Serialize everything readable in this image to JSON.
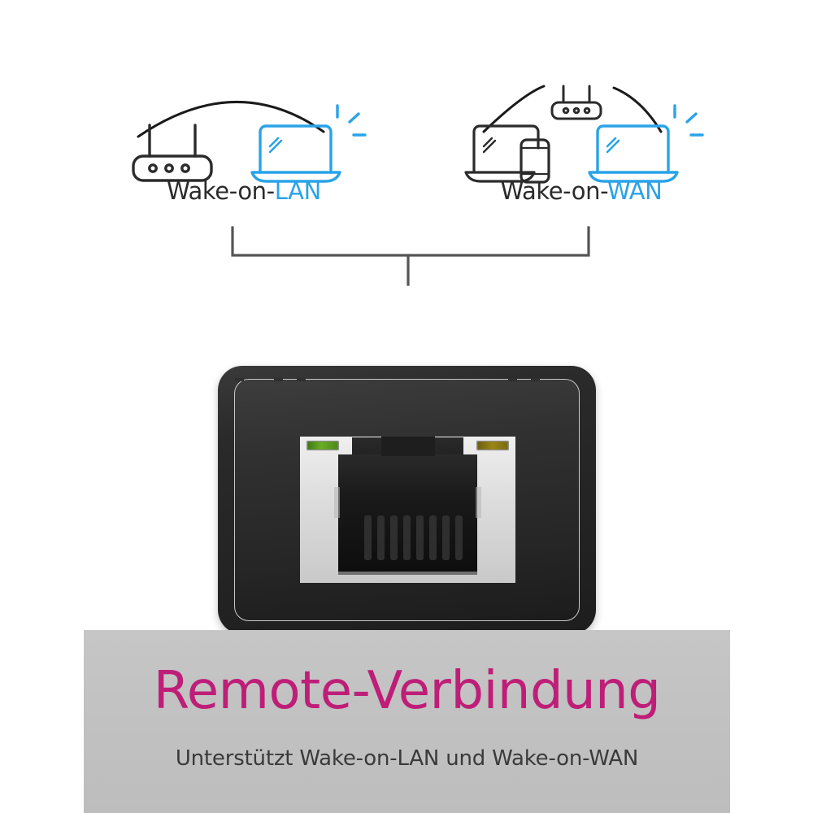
{
  "product_image": {
    "type": "feature-callout",
    "background": "#ffffff"
  },
  "features": [
    {
      "id": "wake-on-lan",
      "label_prefix": "Wake-on-",
      "label_accent": "LAN",
      "label_full": "Wake-on-LAN",
      "accent_color": "#2AA3E8",
      "text_color": "#2b2b2b",
      "icons": [
        {
          "name": "router-icon",
          "color": "#2b2b2b",
          "position": "left"
        },
        {
          "name": "arc-signal-icon",
          "color": "#1a1a1a",
          "position": "top"
        },
        {
          "name": "laptop-waking-icon",
          "color": "#2AA3E8",
          "position": "right"
        },
        {
          "name": "wake-sparkle-icon",
          "color": "#2AA3E8",
          "position": "top-right"
        }
      ]
    },
    {
      "id": "wake-on-wan",
      "label_prefix": "Wake-on-",
      "label_accent": "WAN",
      "label_full": "Wake-on-WAN",
      "accent_color": "#2AA3E8",
      "text_color": "#2b2b2b",
      "icons": [
        {
          "name": "laptop-icon",
          "color": "#2b2b2b",
          "position": "left"
        },
        {
          "name": "smartphone-icon",
          "color": "#2b2b2b",
          "position": "left"
        },
        {
          "name": "router-icon",
          "color": "#2b2b2b",
          "position": "top-center"
        },
        {
          "name": "arc-signal-left-icon",
          "color": "#1a1a1a",
          "position": "top-left"
        },
        {
          "name": "arc-signal-right-icon",
          "color": "#1a1a1a",
          "position": "top-right"
        },
        {
          "name": "laptop-waking-icon",
          "color": "#2AA3E8",
          "position": "right"
        },
        {
          "name": "wake-sparkle-icon",
          "color": "#2AA3E8",
          "position": "top-right"
        }
      ]
    }
  ],
  "bracket": {
    "name": "feature-bracket",
    "color": "#555555"
  },
  "device": {
    "name": "ethernet-port",
    "type": "RJ45",
    "body_color": "#2a2a2a",
    "inset_border_color": "#c8c8c8",
    "shield_color": "#d8d8d8",
    "cavity_color": "#121212",
    "leds": [
      {
        "name": "link-led-green",
        "color": "#5aa01e",
        "side": "left"
      },
      {
        "name": "activity-led-amber",
        "color": "#8c7a12",
        "side": "right"
      }
    ],
    "pin_count": 8
  },
  "panel": {
    "title": "Remote-Verbindung",
    "subtitle": "Unterstützt Wake-on-LAN und Wake-on-WAN",
    "title_color": "#BE1E78",
    "subtitle_color": "#3a3a3a",
    "background_color": "#c2c2c2"
  }
}
